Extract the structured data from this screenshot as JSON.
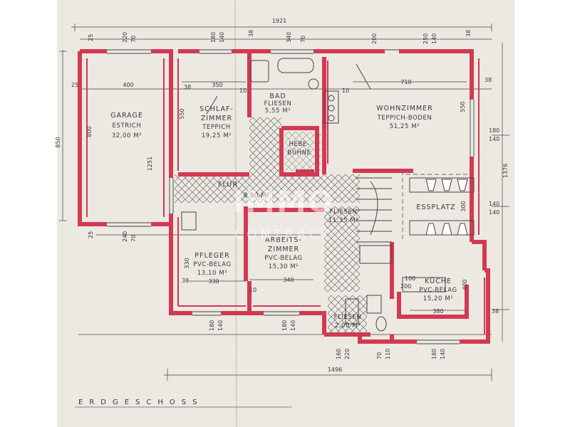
{
  "floor_label": "ERDGESCHOSS",
  "watermark": {
    "main": "IMMO",
    "sub": "CONTRACT"
  },
  "colors": {
    "wall": "#d23a52",
    "paper": "#ece8e2",
    "ink": "#3a3a3a"
  },
  "rooms": {
    "garage": {
      "name": "GARAGE",
      "floor": "ESTRICH",
      "area": "32,00 M²"
    },
    "schlafzimmer": {
      "name1": "SCHLAF-",
      "name2": "ZIMMER",
      "floor": "TEPPICH",
      "area": "19,25 M²"
    },
    "bad": {
      "name": "BAD",
      "floor": "FLIESEN",
      "area": "5,55 M²"
    },
    "hebebuehne": {
      "name1": "HEBE-",
      "name2": "BÜHNE"
    },
    "wohnzimmer": {
      "name": "WOHNZIMMER",
      "floor": "TEPPICH-BODEN",
      "area": "51,25 M²"
    },
    "flur": {
      "name": "FLUR",
      "area": "8,00 M²"
    },
    "essplatz": {
      "name": "ESSPLATZ"
    },
    "wc": {
      "floor": "FLIESEN",
      "area": "11,35 M²"
    },
    "pfleger": {
      "name": "PFLEGER",
      "floor": "PVC-BELAG",
      "area": "13,10 M²"
    },
    "arbeitszimmer": {
      "name1": "ARBEITS-",
      "name2": "ZIMMER",
      "floor": "PVC-BELAG",
      "area": "15,30 M²"
    },
    "kueche": {
      "name": "KÜCHE",
      "floor": "PVC-BELAG",
      "area": "15,20 M²"
    },
    "kleinbad": {
      "floor": "FLIESEN",
      "area": "2,00 M²"
    }
  },
  "dimensions": {
    "top_total": "1921",
    "bottom_total": "1496",
    "left_total": "850",
    "right_total": "1376",
    "garage_height": "800",
    "garage_inner": "1251",
    "garage_width": "400",
    "schlaf_width": "350",
    "schlaf_height": "550",
    "wohn_width": "710",
    "wohn_height": "550",
    "essplatz_300": "300",
    "kueche_width": "380",
    "kueche_height": "400",
    "pfleger_width": "330",
    "pfleger_height": "330",
    "arbeits_width": "340",
    "wall_25": "25",
    "wall_38": "38",
    "wall_10": "10",
    "top_win_1": "220",
    "top_win_2": "70",
    "top_win_3": "180",
    "top_win_4": "140",
    "top_win_5": "340",
    "top_win_6": "70",
    "top_win_7": "200",
    "top_win_8": "250",
    "top_win_9": "140",
    "bot_win_1": "180",
    "bot_win_2": "140",
    "bot_win_3": "160",
    "bot_win_4": "220",
    "bot_win_5": "70",
    "bot_win_6": "110",
    "bot_win_7": "100",
    "bot_win_8": "200",
    "right_win_1": "180",
    "right_win_2": "140",
    "right_win_3": "140",
    "right_win_4": "140",
    "left_win_1": "240",
    "left_win_2": "70"
  }
}
